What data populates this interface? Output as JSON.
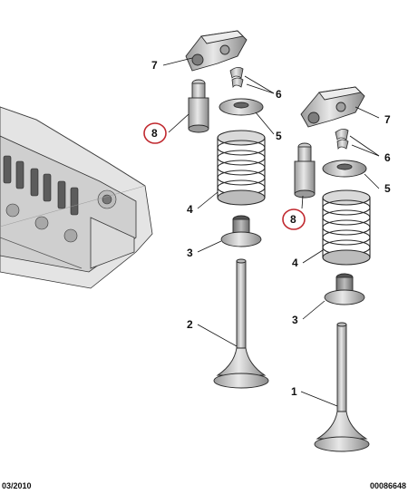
{
  "callouts": {
    "c7a": "7",
    "c6a": "6",
    "c8a": "8",
    "c5a": "5",
    "c4a": "4",
    "c3a": "3",
    "c2": "2",
    "c7b": "7",
    "c6b": "6",
    "c5b": "5",
    "c8b": "8",
    "c4b": "4",
    "c3b": "3",
    "c1": "1"
  },
  "footer": {
    "date": "03/2010",
    "reference": "00086648"
  },
  "colors": {
    "part_fill": "#d6d6d6",
    "part_dark": "#8c8c8c",
    "outline": "#2a2a2a",
    "highlight_circle": "#c0282e"
  }
}
